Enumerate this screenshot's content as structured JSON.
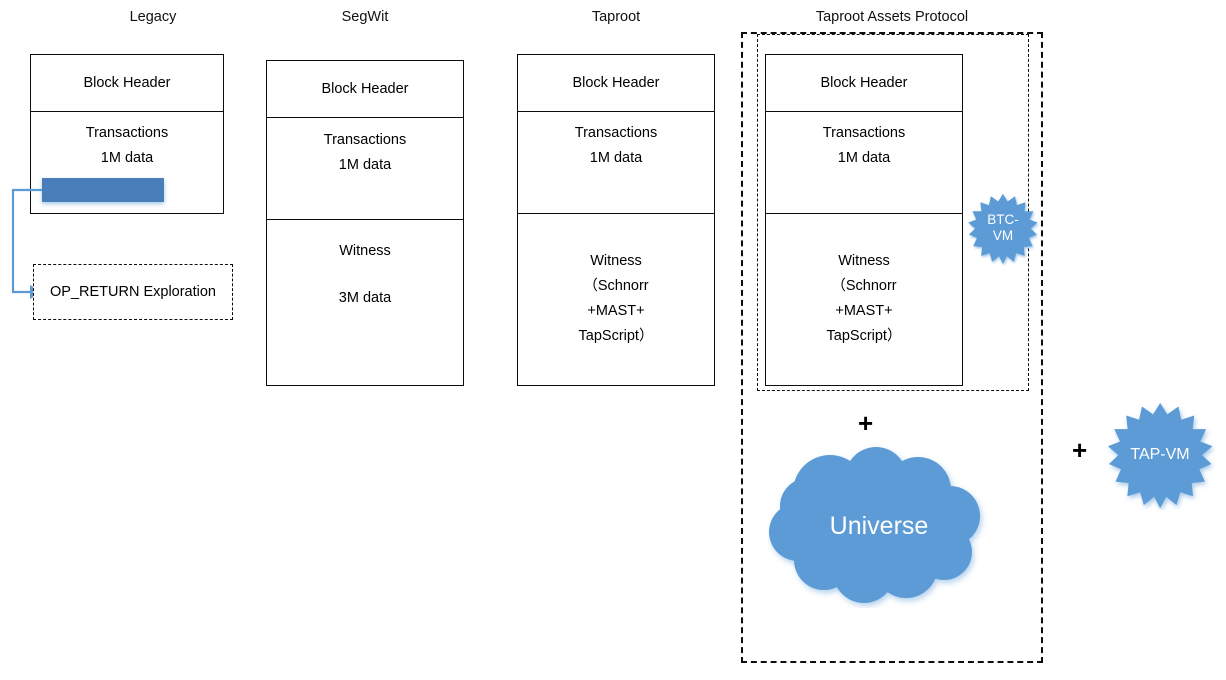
{
  "diagram": {
    "title_row": [
      {
        "label": "Legacy"
      },
      {
        "label": "SegWit"
      },
      {
        "label": "Taproot"
      },
      {
        "label": "Taproot Assets Protocol"
      }
    ],
    "columns": {
      "legacy": {
        "caption": "Legacy",
        "header": "Block Header",
        "tx_line1": "Transactions",
        "tx_line2": "1M data",
        "note_box": "OP_RETURN Exploration",
        "bar_color": "#4A7EBB"
      },
      "segwit": {
        "caption": "SegWit",
        "header": "Block Header",
        "tx_line1": "Transactions",
        "tx_line2": "1M data",
        "witness_line1": "Witness",
        "witness_line2": "3M data"
      },
      "taproot": {
        "caption": "Taproot",
        "header": "Block Header",
        "tx_line1": "Transactions",
        "tx_line2": "1M data",
        "witness_line1": "Witness",
        "witness_line2": "（Schnorr",
        "witness_line3": "+MAST+",
        "witness_line4": "TapScript）"
      },
      "tap": {
        "caption": "Taproot Assets Protocol",
        "header": "Block Header",
        "tx_line1": "Transactions",
        "tx_line2": "1M data",
        "witness_line1": "Witness",
        "witness_line2": "（Schnorr",
        "witness_line3": "+MAST+",
        "witness_line4": "TapScript）",
        "btc_vm_line1": "BTC-",
        "btc_vm_line2": "VM",
        "inner_plus": "+",
        "cloud_label": "Universe"
      }
    },
    "outside": {
      "plus": "+",
      "tap_vm_label": "TAP-VM"
    },
    "colors": {
      "accent_dark_blue": "#4A7EBB",
      "accent_light_blue": "#5B9BD5",
      "connector_blue": "#5B9BD5",
      "outline": "#0d0d0d"
    }
  }
}
